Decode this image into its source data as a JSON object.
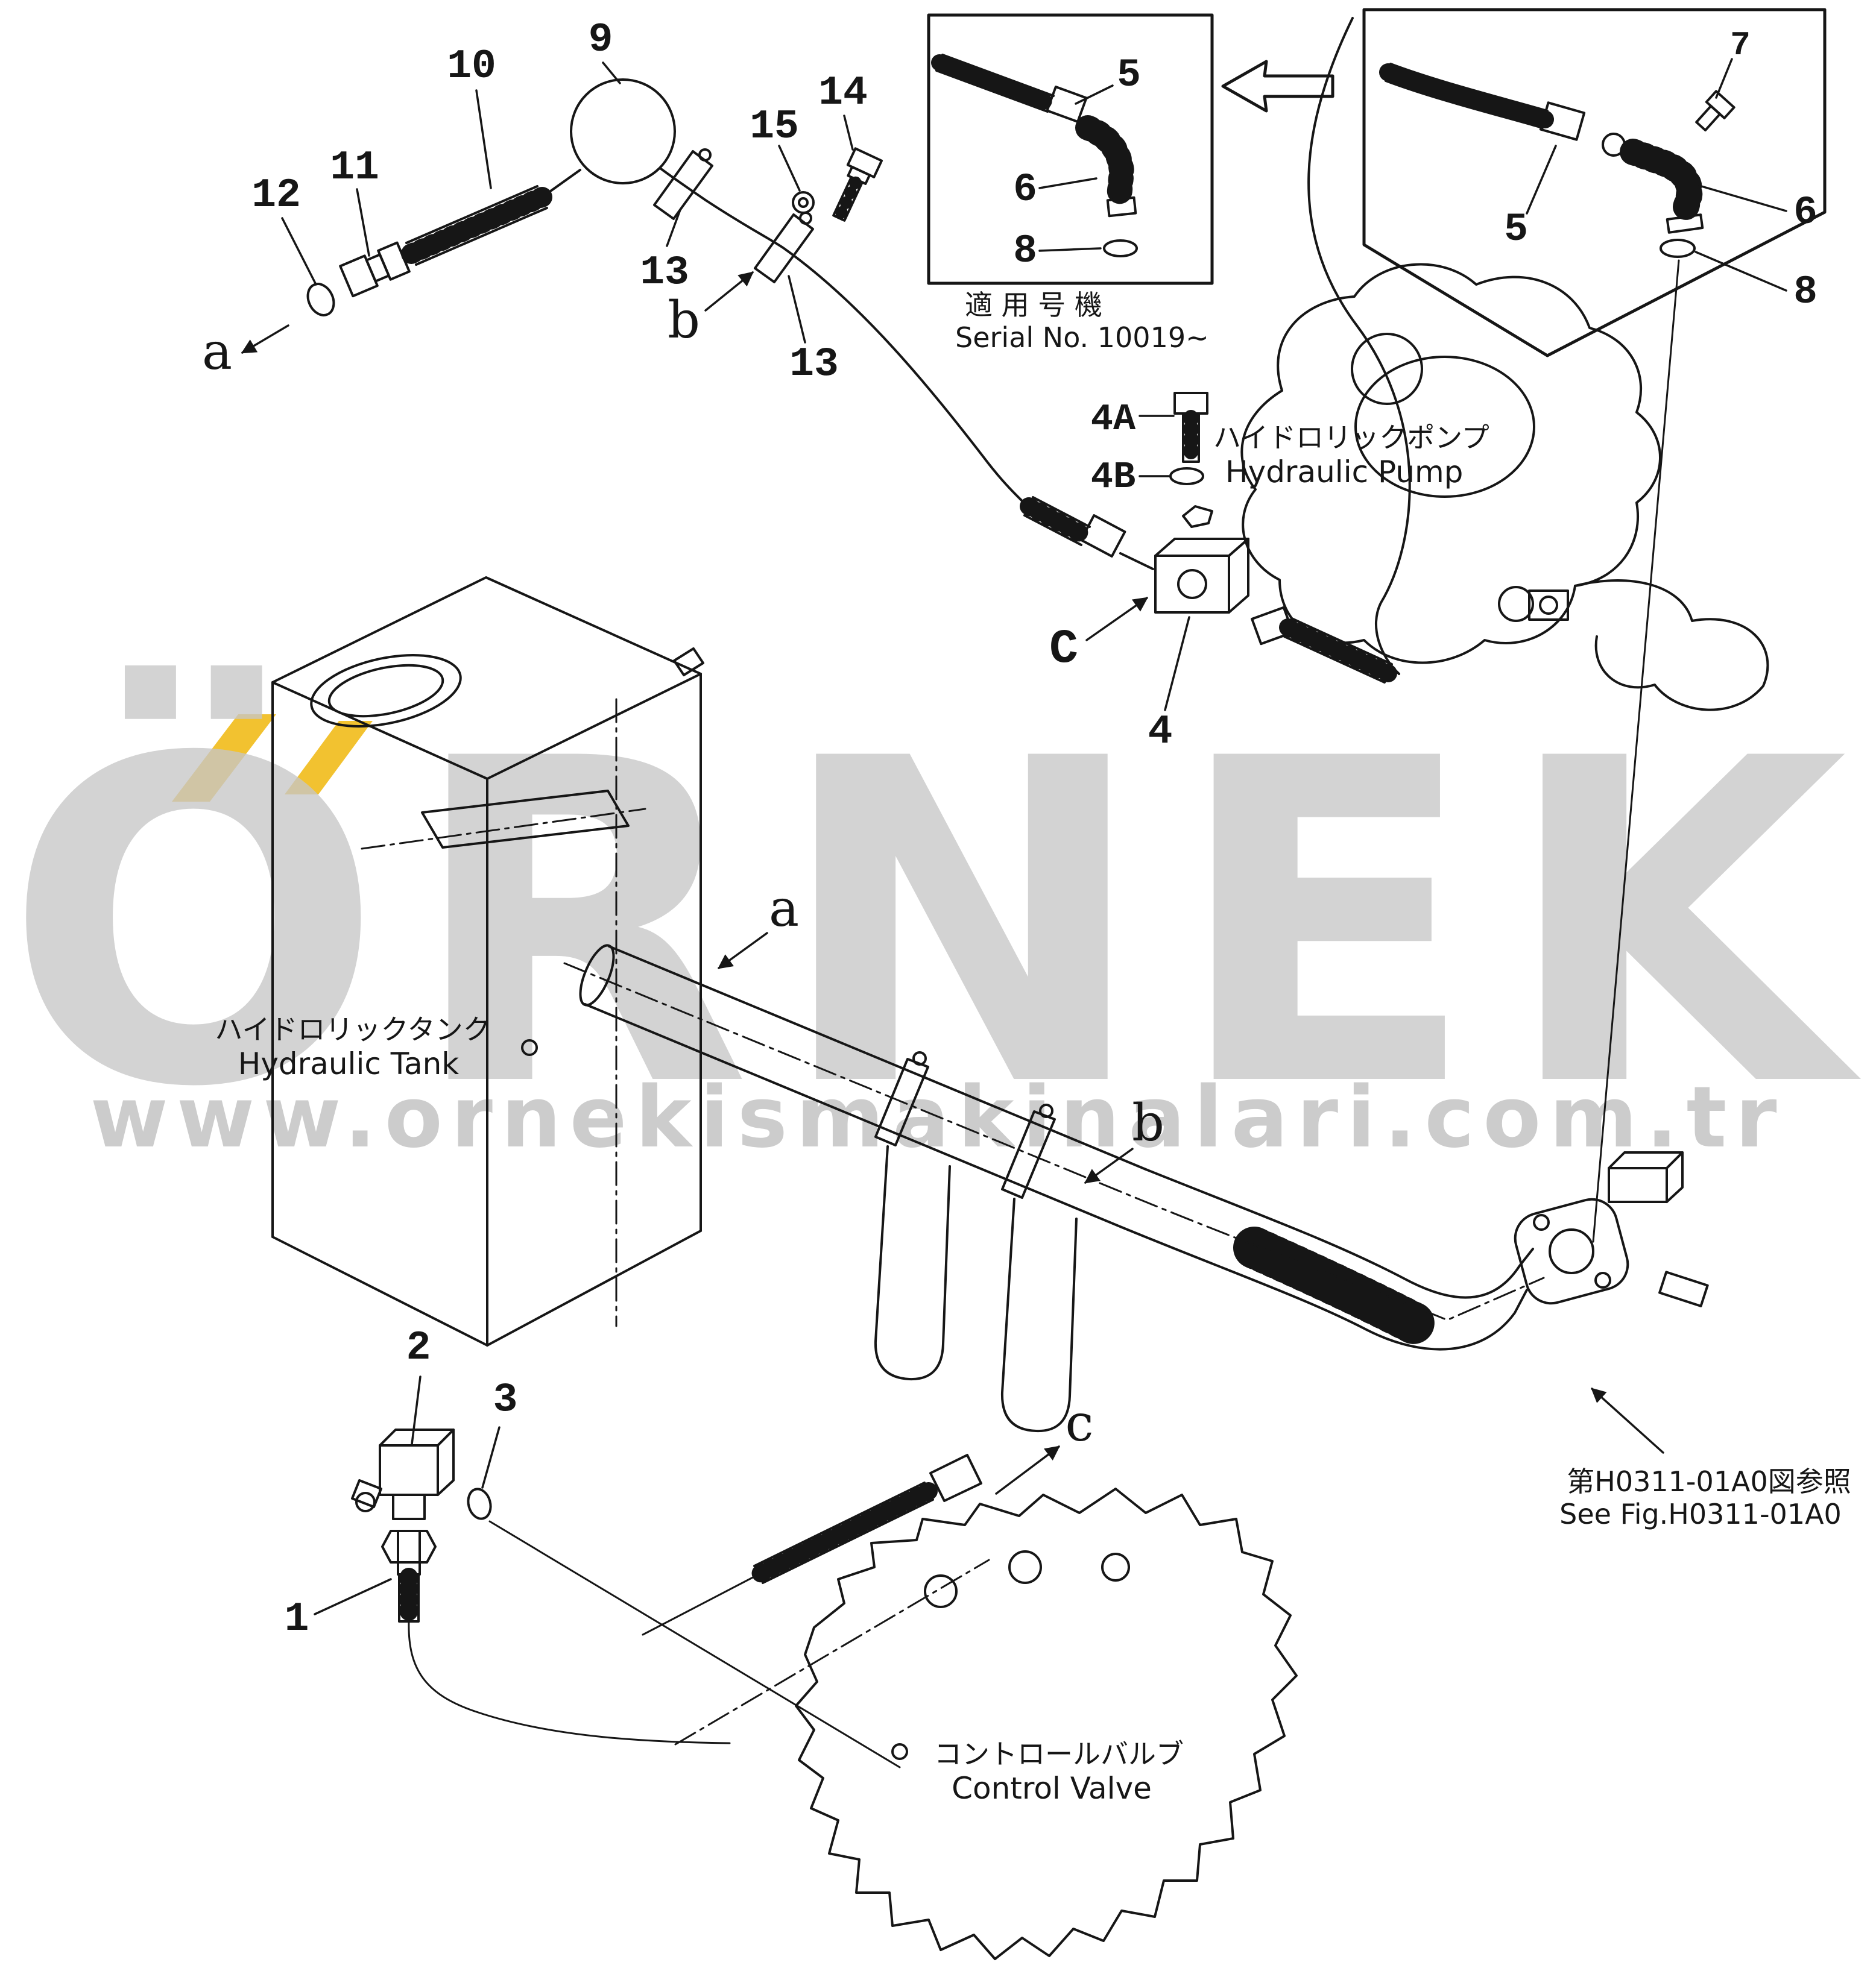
{
  "watermark": {
    "brand": "ÖRNEK",
    "url": "www.ornekismakinalari.com.tr",
    "accent_color": "#F2C230",
    "text_color": "#c7c7c7"
  },
  "inset": {
    "serial_label_jp": "適 用 号 機",
    "serial_label_en": "Serial No. 10019~"
  },
  "components": {
    "hydraulic_pump_jp": "ハイドロリックポンプ",
    "hydraulic_pump_en": "Hydraulic Pump",
    "hydraulic_tank_jp": "ハイドロリックタンク",
    "hydraulic_tank_en": "Hydraulic Tank",
    "control_valve_jp": "コントロールバルブ",
    "control_valve_en": "Control Valve"
  },
  "reference": {
    "jp": "第H0311-01A0図参照",
    "en": "See Fig.H0311-01A0"
  },
  "callouts": {
    "n1": "1",
    "n2": "2",
    "n3": "3",
    "n4": "4",
    "n4A": "4A",
    "n4B": "4B",
    "n5_inset": "5",
    "n6_inset": "6",
    "n8_inset": "8",
    "n5_right": "5",
    "n6_right": "6",
    "n7_right": "7",
    "n8_right": "8",
    "n9": "9",
    "n10": "10",
    "n11": "11",
    "n12": "12",
    "n13_a": "13",
    "n13_b": "13",
    "n14": "14",
    "n15": "15",
    "view_a_top": "a",
    "view_b_top": "b",
    "view_a_mid": "a",
    "view_b_mid": "b",
    "view_c_low": "c",
    "view_c_cap": "C"
  }
}
